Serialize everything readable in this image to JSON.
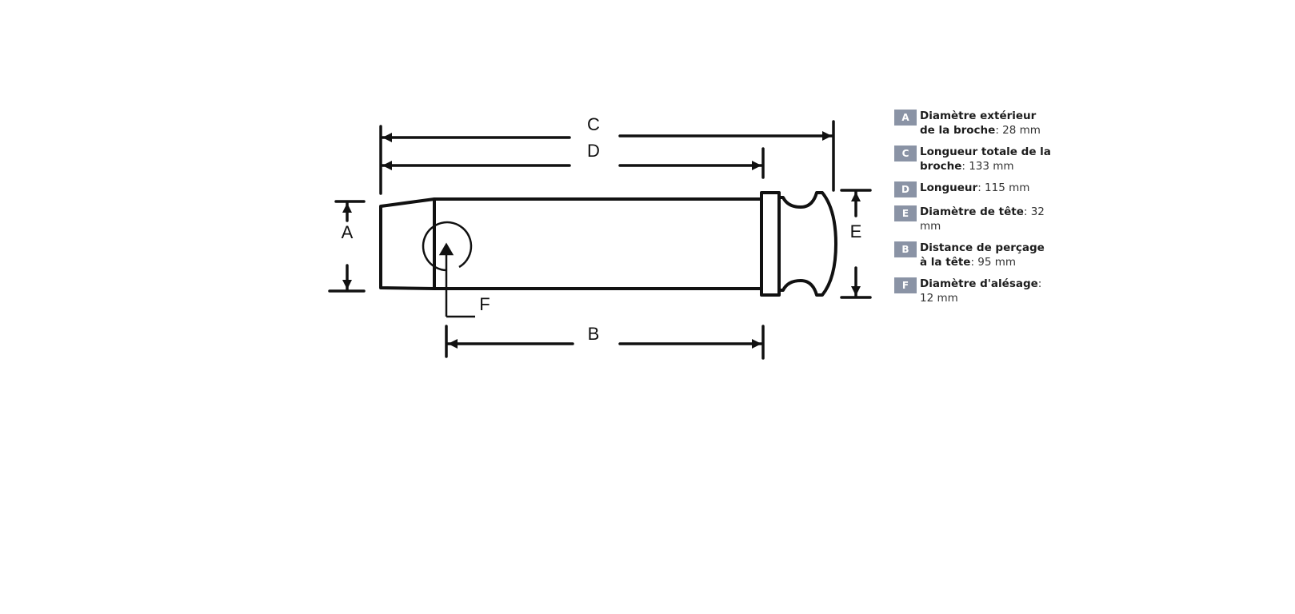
{
  "diagram": {
    "labels": {
      "A": "A",
      "B": "B",
      "C": "C",
      "D": "D",
      "E": "E",
      "F": "F"
    }
  },
  "legend": {
    "items": [
      {
        "badge": "A",
        "name": "Diamètre extérieur de la broche",
        "value": ": 28 mm"
      },
      {
        "badge": "C",
        "name": "Longueur totale de la broche",
        "value": ": 133 mm"
      },
      {
        "badge": "D",
        "name": "Longueur",
        "value": ": 115 mm"
      },
      {
        "badge": "E",
        "name": "Diamètre de tête",
        "value": ": 32 mm"
      },
      {
        "badge": "B",
        "name": "Distance de perçage à la tête",
        "value": ": 95 mm"
      },
      {
        "badge": "F",
        "name": "Diamètre d'alésage",
        "value": ": 12 mm"
      }
    ]
  }
}
